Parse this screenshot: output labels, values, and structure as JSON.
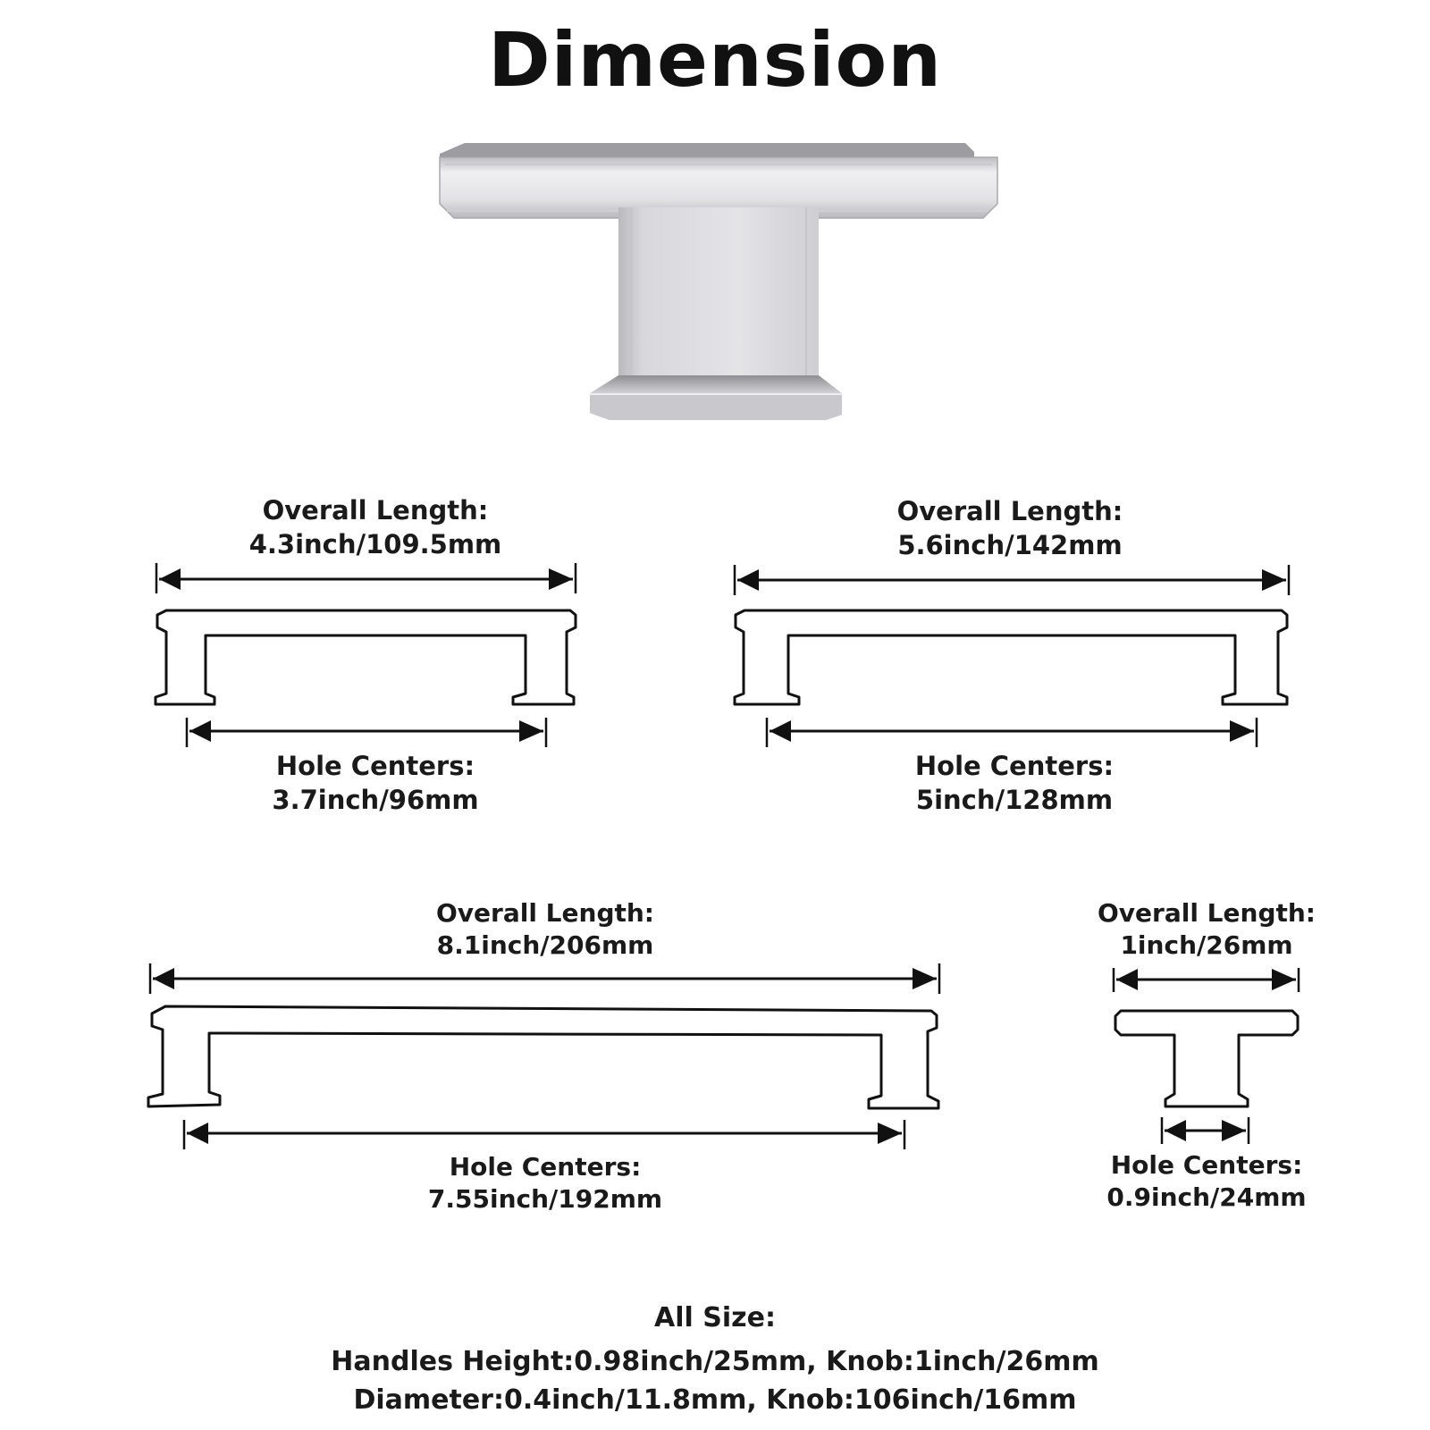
{
  "title": "Dimension",
  "handles": [
    {
      "id": "small",
      "overall_label": "Overall Length:",
      "overall_value": "4.3inch/109.5mm",
      "holes_label": "Hole Centers:",
      "holes_value": "3.7inch/96mm"
    },
    {
      "id": "medium",
      "overall_label": "Overall Length:",
      "overall_value": "5.6inch/142mm",
      "holes_label": "Hole Centers:",
      "holes_value": "5inch/128mm"
    },
    {
      "id": "large",
      "overall_label": "Overall Length:",
      "overall_value": "8.1inch/206mm",
      "holes_label": "Hole Centers:",
      "holes_value": "7.55inch/192mm"
    },
    {
      "id": "knob",
      "overall_label": "Overall Length:",
      "overall_value": "1inch/26mm",
      "holes_label": "Hole Centers:",
      "holes_value": "0.9inch/24mm"
    }
  ],
  "footer": {
    "heading": "All Size:",
    "line1": "Handles Height:0.98inch/25mm, Knob:1inch/26mm",
    "line2": "Diameter:0.4inch/11.8mm, Knob:106inch/16mm"
  },
  "colors": {
    "outline": "#111111",
    "metal_light": "#e6e6e8",
    "metal_dark": "#9a9a9e"
  }
}
